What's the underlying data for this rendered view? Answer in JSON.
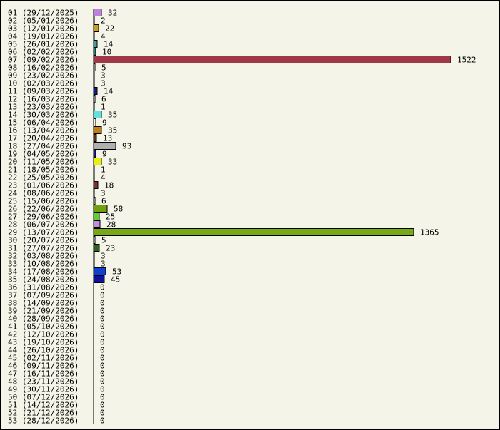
{
  "chart_data": {
    "type": "bar",
    "orientation": "horizontal",
    "categories": [
      "01 (29/12/2025)",
      "02 (05/01/2026)",
      "03 (12/01/2026)",
      "04 (19/01/2026)",
      "05 (26/01/2026)",
      "06 (02/02/2026)",
      "07 (09/02/2026)",
      "08 (16/02/2026)",
      "09 (23/02/2026)",
      "10 (02/03/2026)",
      "11 (09/03/2026)",
      "12 (16/03/2026)",
      "13 (23/03/2026)",
      "14 (30/03/2026)",
      "15 (06/04/2026)",
      "16 (13/04/2026)",
      "17 (20/04/2026)",
      "18 (27/04/2026)",
      "19 (04/05/2026)",
      "20 (11/05/2026)",
      "21 (18/05/2026)",
      "22 (25/05/2026)",
      "23 (01/06/2026)",
      "24 (08/06/2026)",
      "25 (15/06/2026)",
      "26 (22/06/2026)",
      "27 (29/06/2026)",
      "28 (06/07/2026)",
      "29 (13/07/2026)",
      "30 (20/07/2026)",
      "31 (27/07/2026)",
      "32 (03/08/2026)",
      "33 (10/08/2026)",
      "34 (17/08/2026)",
      "35 (24/08/2026)",
      "36 (31/08/2026)",
      "37 (07/09/2026)",
      "38 (14/09/2026)",
      "39 (21/09/2026)",
      "40 (28/09/2026)",
      "41 (05/10/2026)",
      "42 (12/10/2026)",
      "43 (19/10/2026)",
      "44 (26/10/2026)",
      "45 (02/11/2026)",
      "46 (09/11/2026)",
      "47 (16/11/2026)",
      "48 (23/11/2026)",
      "49 (30/11/2026)",
      "50 (07/12/2026)",
      "51 (14/12/2026)",
      "52 (21/12/2026)",
      "53 (28/12/2026)"
    ],
    "values": [
      32,
      2,
      22,
      4,
      14,
      10,
      1522,
      5,
      3,
      3,
      14,
      6,
      1,
      35,
      9,
      35,
      13,
      93,
      9,
      33,
      1,
      4,
      18,
      3,
      6,
      58,
      25,
      28,
      1365,
      5,
      23,
      3,
      3,
      53,
      45,
      0,
      0,
      0,
      0,
      0,
      0,
      0,
      0,
      0,
      0,
      0,
      0,
      0,
      0,
      0,
      0,
      0,
      0
    ],
    "colors": [
      "#c080e0",
      "#f5f4e8",
      "#c8a020",
      "#f5f4e8",
      "#40a0a0",
      "#208080",
      "#a03848",
      "#f5f4e8",
      "#f5f4e8",
      "#f5f4e8",
      "#102080",
      "#f5f4e8",
      "#f5f4e8",
      "#60e0e0",
      "#f5f4e8",
      "#c08010",
      "#603010",
      "#b0b0b0",
      "#202080",
      "#e8f010",
      "#f5f4e8",
      "#f5f4e8",
      "#803030",
      "#f5f4e8",
      "#f5f4e8",
      "#70a010",
      "#60d030",
      "#c090e0",
      "#78a818",
      "#f5f4e8",
      "#306020",
      "#f5f4e8",
      "#f5f4e8",
      "#1040d0",
      "#1010a0",
      "#f5f4e8",
      "#f5f4e8",
      "#f5f4e8",
      "#f5f4e8",
      "#f5f4e8",
      "#f5f4e8",
      "#f5f4e8",
      "#f5f4e8",
      "#f5f4e8",
      "#f5f4e8",
      "#f5f4e8",
      "#f5f4e8",
      "#f5f4e8",
      "#f5f4e8",
      "#f5f4e8",
      "#f5f4e8",
      "#f5f4e8",
      "#f5f4e8"
    ],
    "title": "",
    "xlabel": "",
    "ylabel": "",
    "xlim": [
      0,
      1522
    ],
    "grid": false,
    "legend": "none",
    "background": "#f5f4e8"
  }
}
